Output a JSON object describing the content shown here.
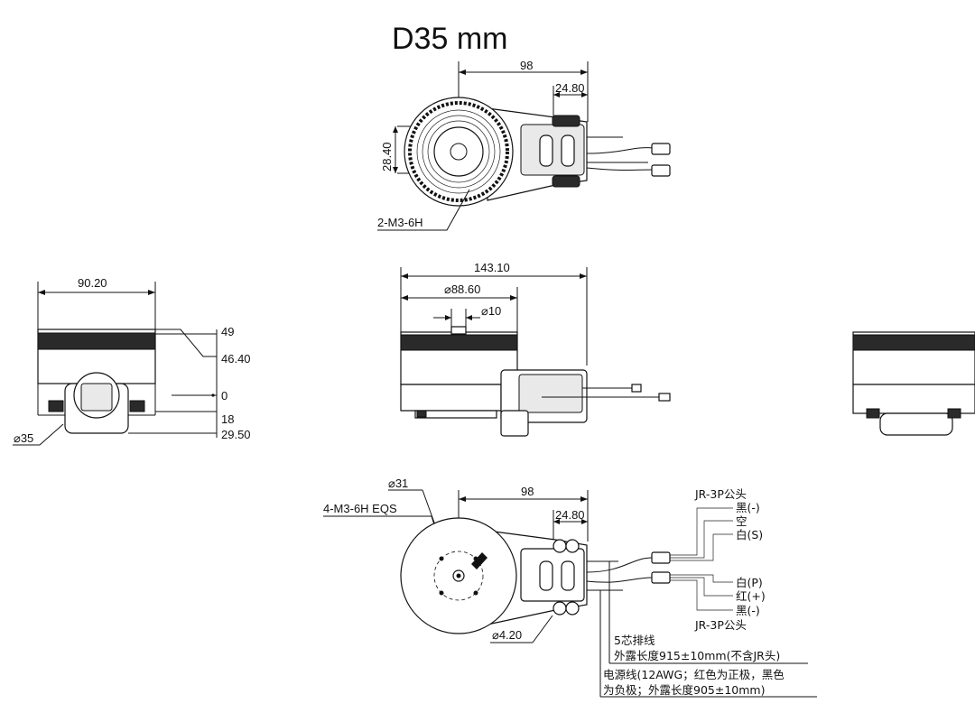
{
  "title": "D35 mm",
  "top_view": {
    "dim_width": "98",
    "dim_bracket": "24.80",
    "dim_height": "28.40",
    "hole_note": "2-M3-6H"
  },
  "side_view": {
    "dim_width": "90.20",
    "levels": [
      "49",
      "46.40",
      "0",
      "18",
      "29.50"
    ],
    "dim_diameter": "⌀35"
  },
  "front_view": {
    "dim_total": "143.10",
    "dim_d1": "⌀88.60",
    "dim_d2": "⌀10"
  },
  "bottom_view": {
    "dim_d31": "⌀31",
    "hole_note": "4-M3-6H EQS",
    "dim_width": "98",
    "dim_bracket": "24.80",
    "dim_hole": "⌀4.20",
    "connector_top": "JR-3P公头",
    "pins_top": [
      "黑(-)",
      "空",
      "白(S)"
    ],
    "pins_bottom": [
      "白(P)",
      "红(+)",
      "黑(-)"
    ],
    "connector_bottom": "JR-3P公头",
    "cable_note_1": "5芯排线",
    "cable_note_2": "外露长度915±10mm(不含JR头)",
    "power_note_1": "电源线(12AWG；红色为正极，黑色",
    "power_note_2": "为负极；外露长度905±10mm)"
  }
}
